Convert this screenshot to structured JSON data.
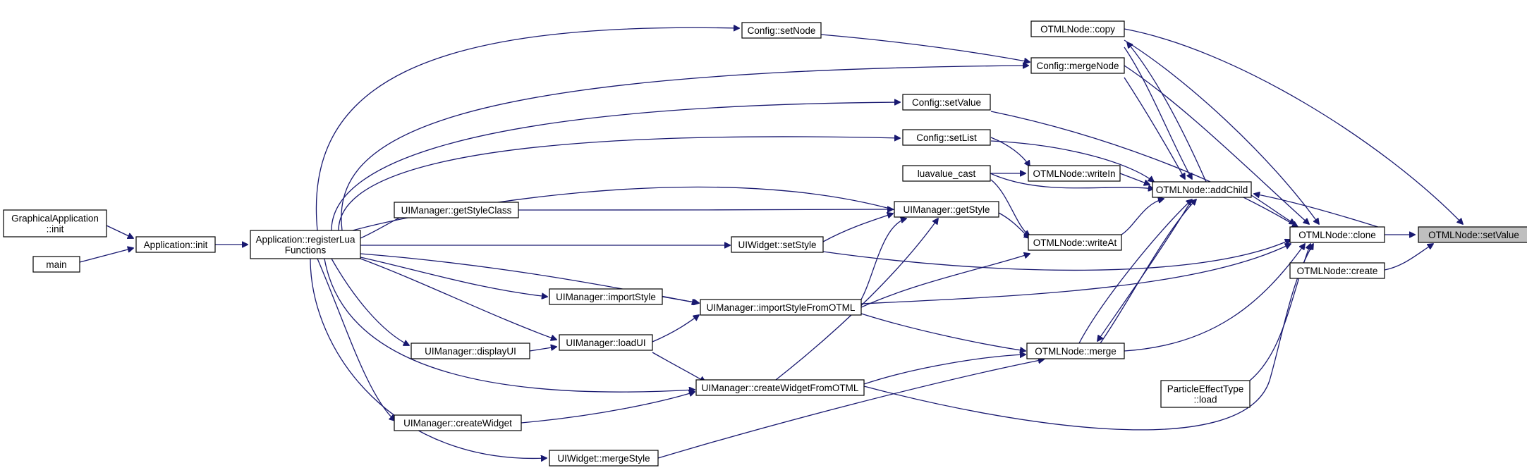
{
  "diagram": {
    "nodes": [
      {
        "id": "setValue",
        "lines": [
          "OTMLNode::setValue"
        ]
      },
      {
        "id": "clone",
        "lines": [
          "OTMLNode::clone"
        ]
      },
      {
        "id": "create",
        "lines": [
          "OTMLNode::create"
        ]
      },
      {
        "id": "addChild",
        "lines": [
          "OTMLNode::addChild"
        ]
      },
      {
        "id": "copy",
        "lines": [
          "OTMLNode::copy"
        ]
      },
      {
        "id": "merge",
        "lines": [
          "OTMLNode::merge"
        ]
      },
      {
        "id": "particle",
        "lines": [
          "ParticleEffectType",
          "::load"
        ]
      },
      {
        "id": "writeln",
        "lines": [
          "OTMLNode::writeIn"
        ]
      },
      {
        "id": "writeAt",
        "lines": [
          "OTMLNode::writeAt"
        ]
      },
      {
        "id": "mergeNode",
        "lines": [
          "Config::mergeNode"
        ]
      },
      {
        "id": "setNode",
        "lines": [
          "Config::setNode"
        ]
      },
      {
        "id": "cfgSetValue",
        "lines": [
          "Config::setValue"
        ]
      },
      {
        "id": "setList",
        "lines": [
          "Config::setList"
        ]
      },
      {
        "id": "luavalue",
        "lines": [
          "luavalue_cast"
        ]
      },
      {
        "id": "getStyle",
        "lines": [
          "UIManager::getStyle"
        ]
      },
      {
        "id": "importFromOTML",
        "lines": [
          "UIManager::importStyleFromOTML"
        ]
      },
      {
        "id": "createFromOTML",
        "lines": [
          "UIManager::createWidgetFromOTML"
        ]
      },
      {
        "id": "getStyleClass",
        "lines": [
          "UIManager::getStyleClass"
        ]
      },
      {
        "id": "setStyle",
        "lines": [
          "UIWidget::setStyle"
        ]
      },
      {
        "id": "importStyle",
        "lines": [
          "UIManager::importStyle"
        ]
      },
      {
        "id": "loadUI",
        "lines": [
          "UIManager::loadUI"
        ]
      },
      {
        "id": "displayUI",
        "lines": [
          "UIManager::displayUI"
        ]
      },
      {
        "id": "createWidget",
        "lines": [
          "UIManager::createWidget"
        ]
      },
      {
        "id": "mergeStyle",
        "lines": [
          "UIWidget::mergeStyle"
        ]
      },
      {
        "id": "registerLua",
        "lines": [
          "Application::registerLua",
          "Functions"
        ]
      },
      {
        "id": "appInit",
        "lines": [
          "Application::init"
        ]
      },
      {
        "id": "gfxInit",
        "lines": [
          "GraphicalApplication",
          "::init"
        ]
      },
      {
        "id": "main",
        "lines": [
          "main"
        ]
      }
    ]
  }
}
